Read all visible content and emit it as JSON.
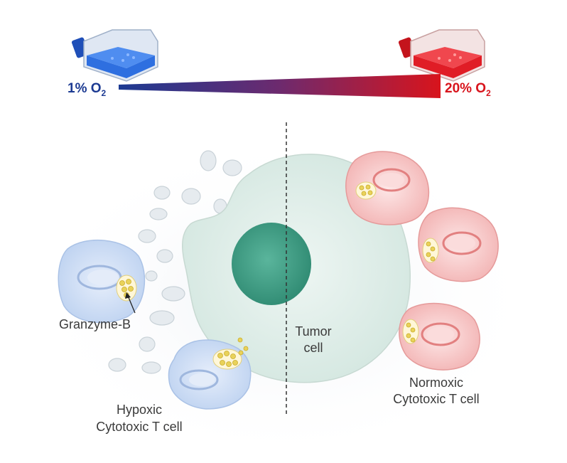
{
  "gradient_bar": {
    "left_label": "1% O",
    "left_sub": "2",
    "right_label": "20% O",
    "right_sub": "2",
    "low_color": "#1c3a92",
    "high_color": "#d8141c"
  },
  "labels": {
    "granzyme": "Granzyme-B",
    "tumor_line1": "Tumor",
    "tumor_line2": "cell",
    "hypoxic_line1": "Hypoxic",
    "hypoxic_line2": "Cytotoxic T cell",
    "normoxic_line1": "Normoxic",
    "normoxic_line2": "Cytotoxic T cell"
  },
  "colors": {
    "hypoxic_cell": "#c9daf3",
    "normoxic_cell": "#f6c3c3",
    "tumor_cell": "#dcebe6",
    "tumor_nucleus": "#3d9e84",
    "granule": "#e9d25a"
  },
  "icons": [
    "blue-culture-flask-icon",
    "red-culture-flask-icon"
  ]
}
